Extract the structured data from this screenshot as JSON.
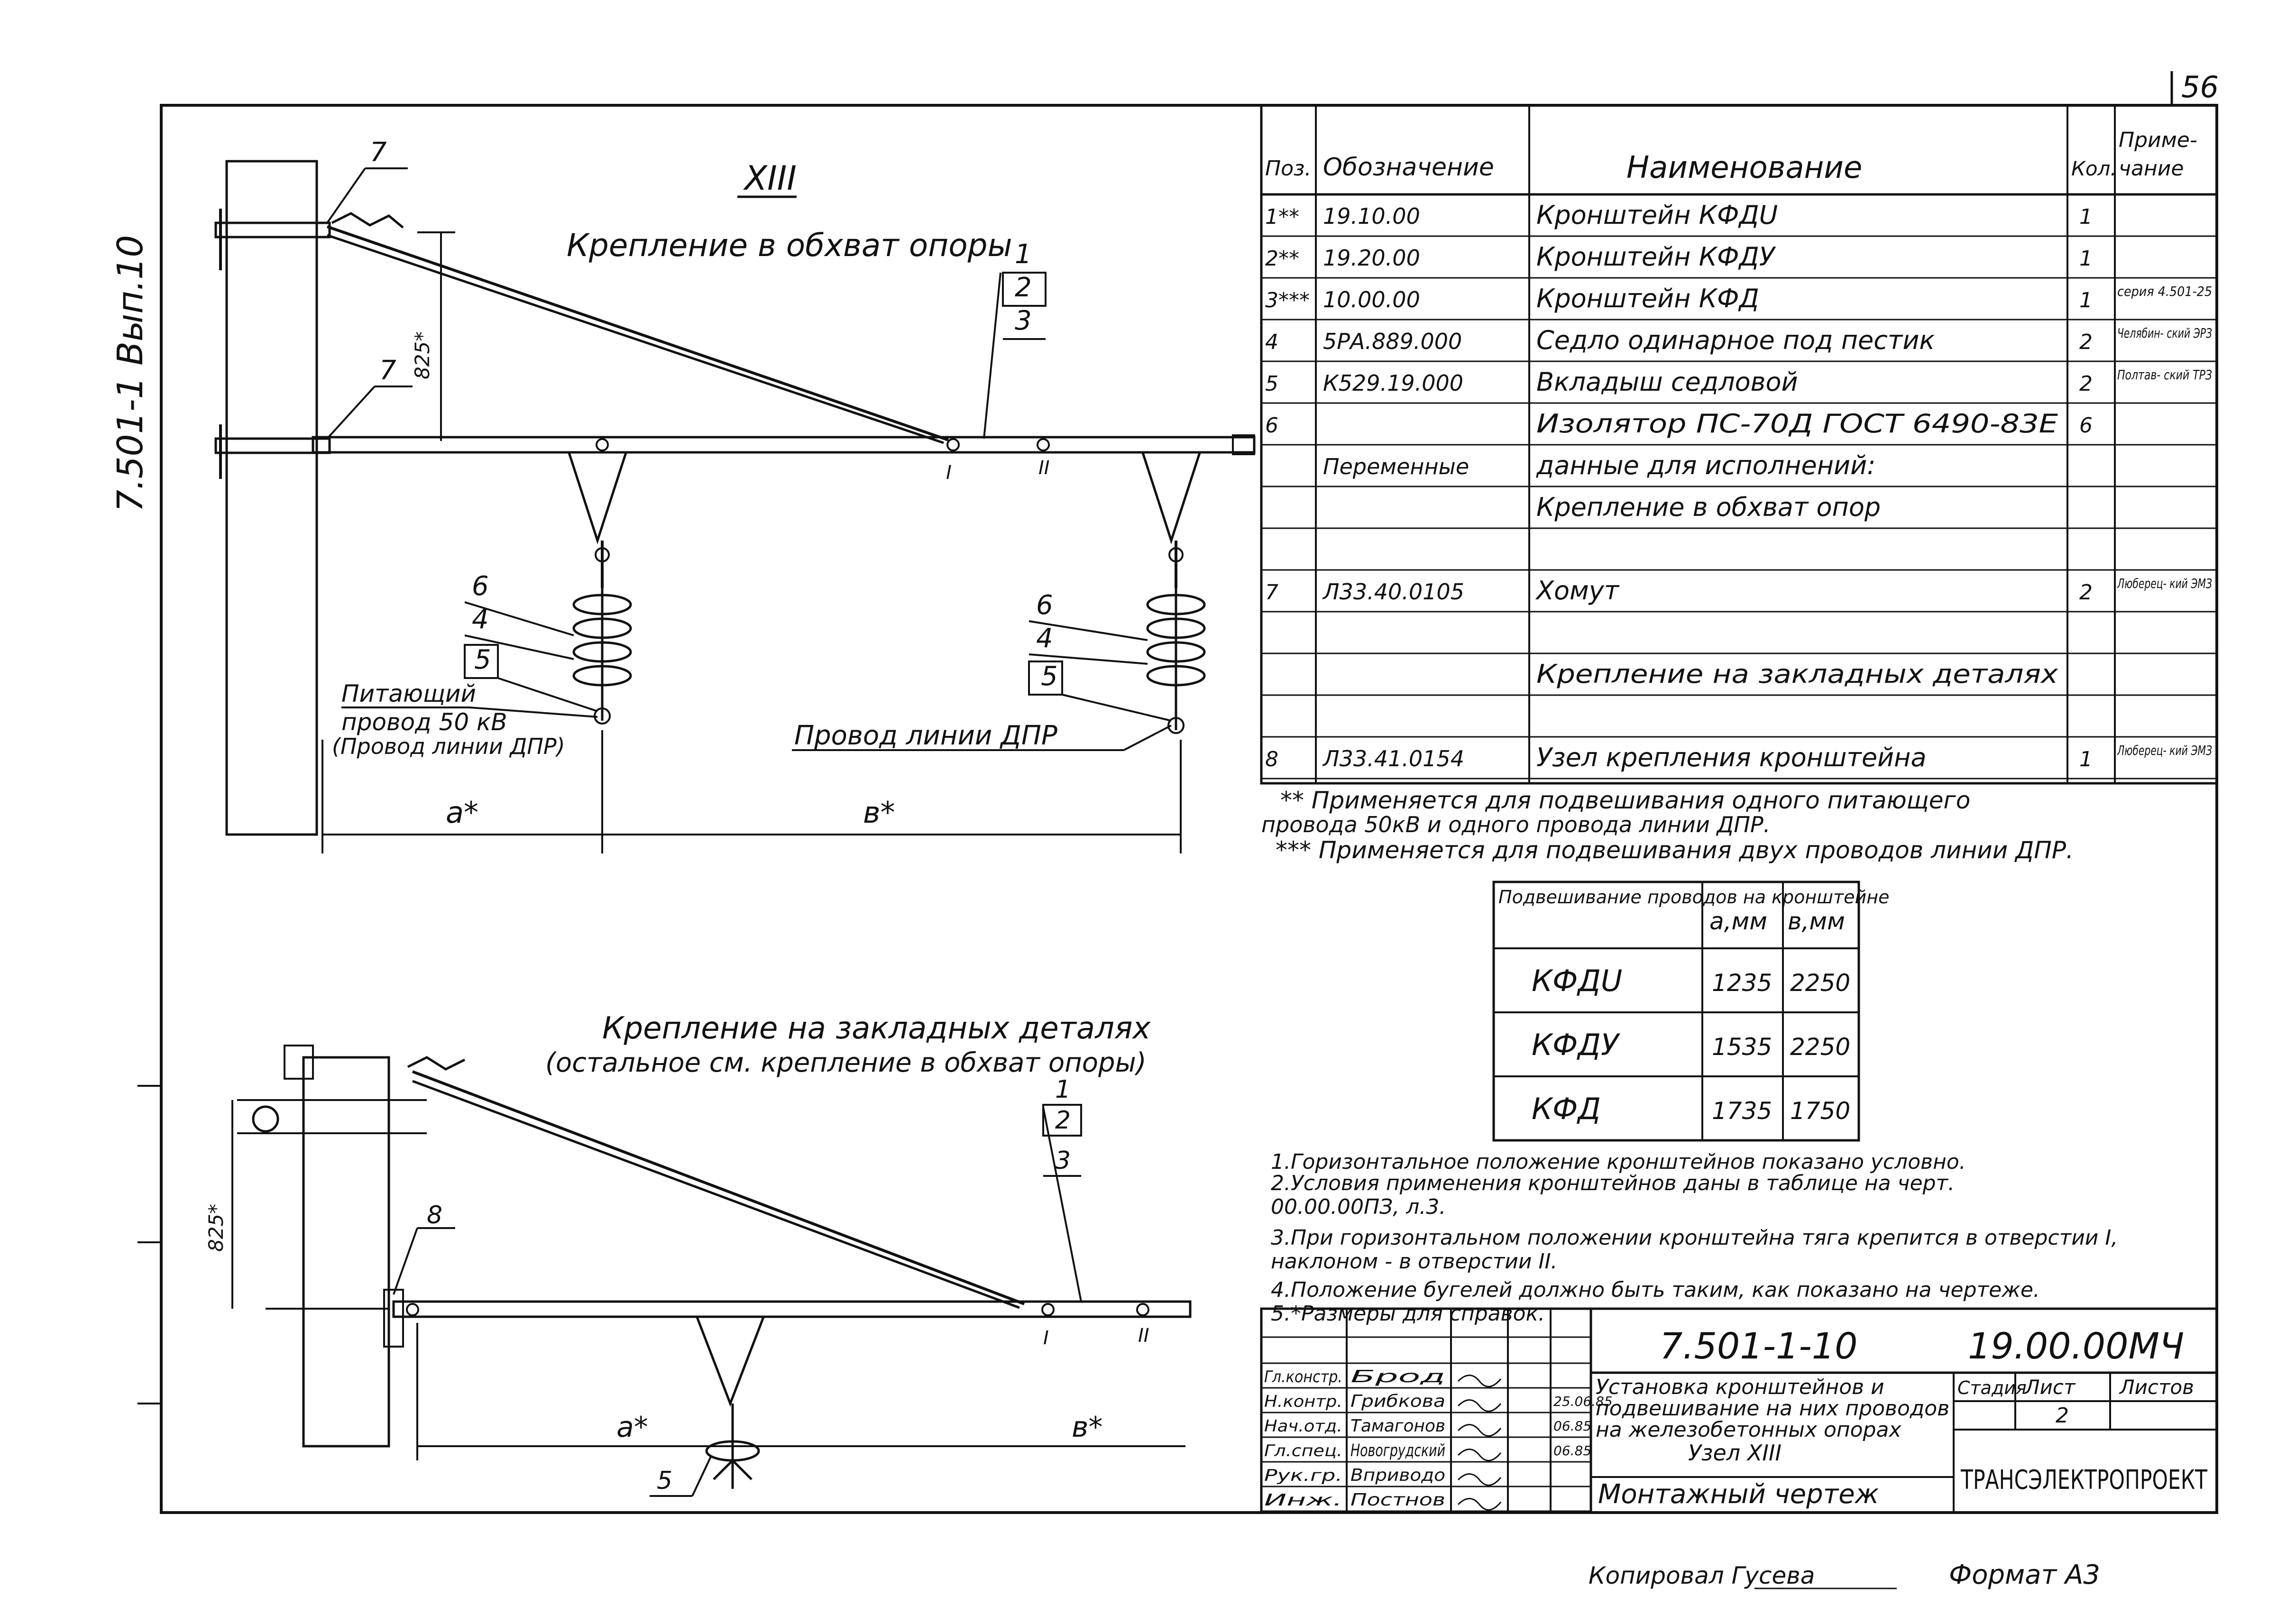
{
  "sheet": {
    "page_number": "56",
    "side_stamp": "7.501-1 Вып.10",
    "copied_by": "Копировал Гусева",
    "format": "Формат А3"
  },
  "drawing_top": {
    "node_mark": "XIII",
    "caption": "Крепление в обхват опоры",
    "dim_vertical": "825*",
    "dim_a": "a*",
    "dim_b": "в*",
    "hole_i": "I",
    "hole_ii": "II",
    "callouts": [
      "7",
      "7",
      "1",
      "2",
      "3",
      "6",
      "4",
      "5",
      "6",
      "4",
      "5"
    ],
    "label_feeder": [
      "Питающий",
      "провод 50 кВ",
      "(Провод линии ДПР)"
    ],
    "label_dpr": "Провод линии ДПР"
  },
  "drawing_bottom": {
    "caption": [
      "Крепление на закладных деталях",
      "(остальное см. крепление в обхват опоры)"
    ],
    "dim_vertical": "825*",
    "dim_a": "a*",
    "dim_b": "в*",
    "hole_i": "I",
    "hole_ii": "II",
    "callouts": [
      "1",
      "2",
      "3",
      "8",
      "5"
    ]
  },
  "spec_table": {
    "headers": [
      "Поз.",
      "Обозначение",
      "Наименование",
      "Кол.",
      "Приме-",
      "чание"
    ],
    "rows": [
      [
        "1**",
        "19.10.00",
        "Кронштейн КФДU",
        "1",
        ""
      ],
      [
        "2**",
        "19.20.00",
        "Кронштейн КФДУ",
        "1",
        ""
      ],
      [
        "3***",
        "10.00.00",
        "Кронштейн КФД",
        "1",
        "серия 4.501-25"
      ],
      [
        "4",
        "5РА.889.000",
        "Седло одинарное под пестик",
        "2",
        "Челябин- ский ЭРЗ"
      ],
      [
        "5",
        "К529.19.000",
        "Вкладыш седловой",
        "2",
        "Полтав- ский ТРЗ"
      ],
      [
        "6",
        "",
        "Изолятор ПС-70Д ГОСТ 6490-83Е",
        "6",
        ""
      ],
      [
        "",
        "Переменные",
        "данные для исполнений:",
        "",
        ""
      ],
      [
        "",
        "",
        "Крепление в обхват опор",
        "",
        ""
      ],
      [
        "",
        "",
        "",
        "",
        ""
      ],
      [
        "7",
        "Л33.40.0105",
        "Хомут",
        "2",
        "Люберец- кий ЭМЗ"
      ],
      [
        "",
        "",
        "",
        "",
        ""
      ],
      [
        "",
        "",
        "Крепление на закладных деталях",
        "",
        ""
      ],
      [
        "",
        "",
        "",
        "",
        ""
      ],
      [
        "8",
        "Л33.41.0154",
        "Узел крепления кронштейна",
        "1",
        "Люберец- кий ЭМЗ"
      ]
    ],
    "footnotes": [
      "** Применяется для подвешивания одного питающего",
      "провода 50кВ и одного провода линии ДПР.",
      "*** Применяется для подвешивания двух проводов линии ДПР."
    ]
  },
  "dims_table": {
    "header_1": "Подвешивание проводов на кронштейне",
    "header_2": "а,мм",
    "header_3": "в,мм",
    "rows": [
      [
        "КФДU",
        "1235",
        "2250"
      ],
      [
        "КФДУ",
        "1535",
        "2250"
      ],
      [
        "КФД",
        "1735",
        "1750"
      ]
    ]
  },
  "notes": [
    "1.Горизонтальное положение кронштейнов показано условно.",
    "2.Условия применения кронштейнов даны в таблице на черт.",
    "   00.00.00ПЗ, л.3.",
    "3.При горизонтальном положении кронштейна тяга крепится в отверстии I,",
    "   наклоном - в отверстии II.",
    "4.Положение бугелей должно быть таким, как показано на чертеже.",
    "5.*Размеры для справок."
  ],
  "title_block": {
    "doc_code": "7.501-1-10",
    "doc_number": "19.00.00МЧ",
    "title_lines": [
      "Установка кронштейнов и",
      "подвешивание на них проводов",
      "на железобетонных опорах",
      "Узел XIII"
    ],
    "drawing_type": "Монтажный чертеж",
    "stage_label": "Стадия",
    "sheet_label": "Лист",
    "sheets_label": "Листов",
    "sheet_value": "2",
    "organization": "ТРАНСЭЛЕКТРОПРОЕКТ",
    "roles": [
      "Гл.констр.",
      "Н.контр.",
      "Нач.отд.",
      "Гл.спец.",
      "Рук.гр.",
      "Инж."
    ],
    "names": [
      "Брод",
      "Грибкова",
      "Тамагонов",
      "Новогрудский",
      "Вприводо",
      "Постнов"
    ],
    "dates": [
      "",
      "25.06.85",
      "06.85",
      "06.85",
      "",
      ""
    ]
  }
}
